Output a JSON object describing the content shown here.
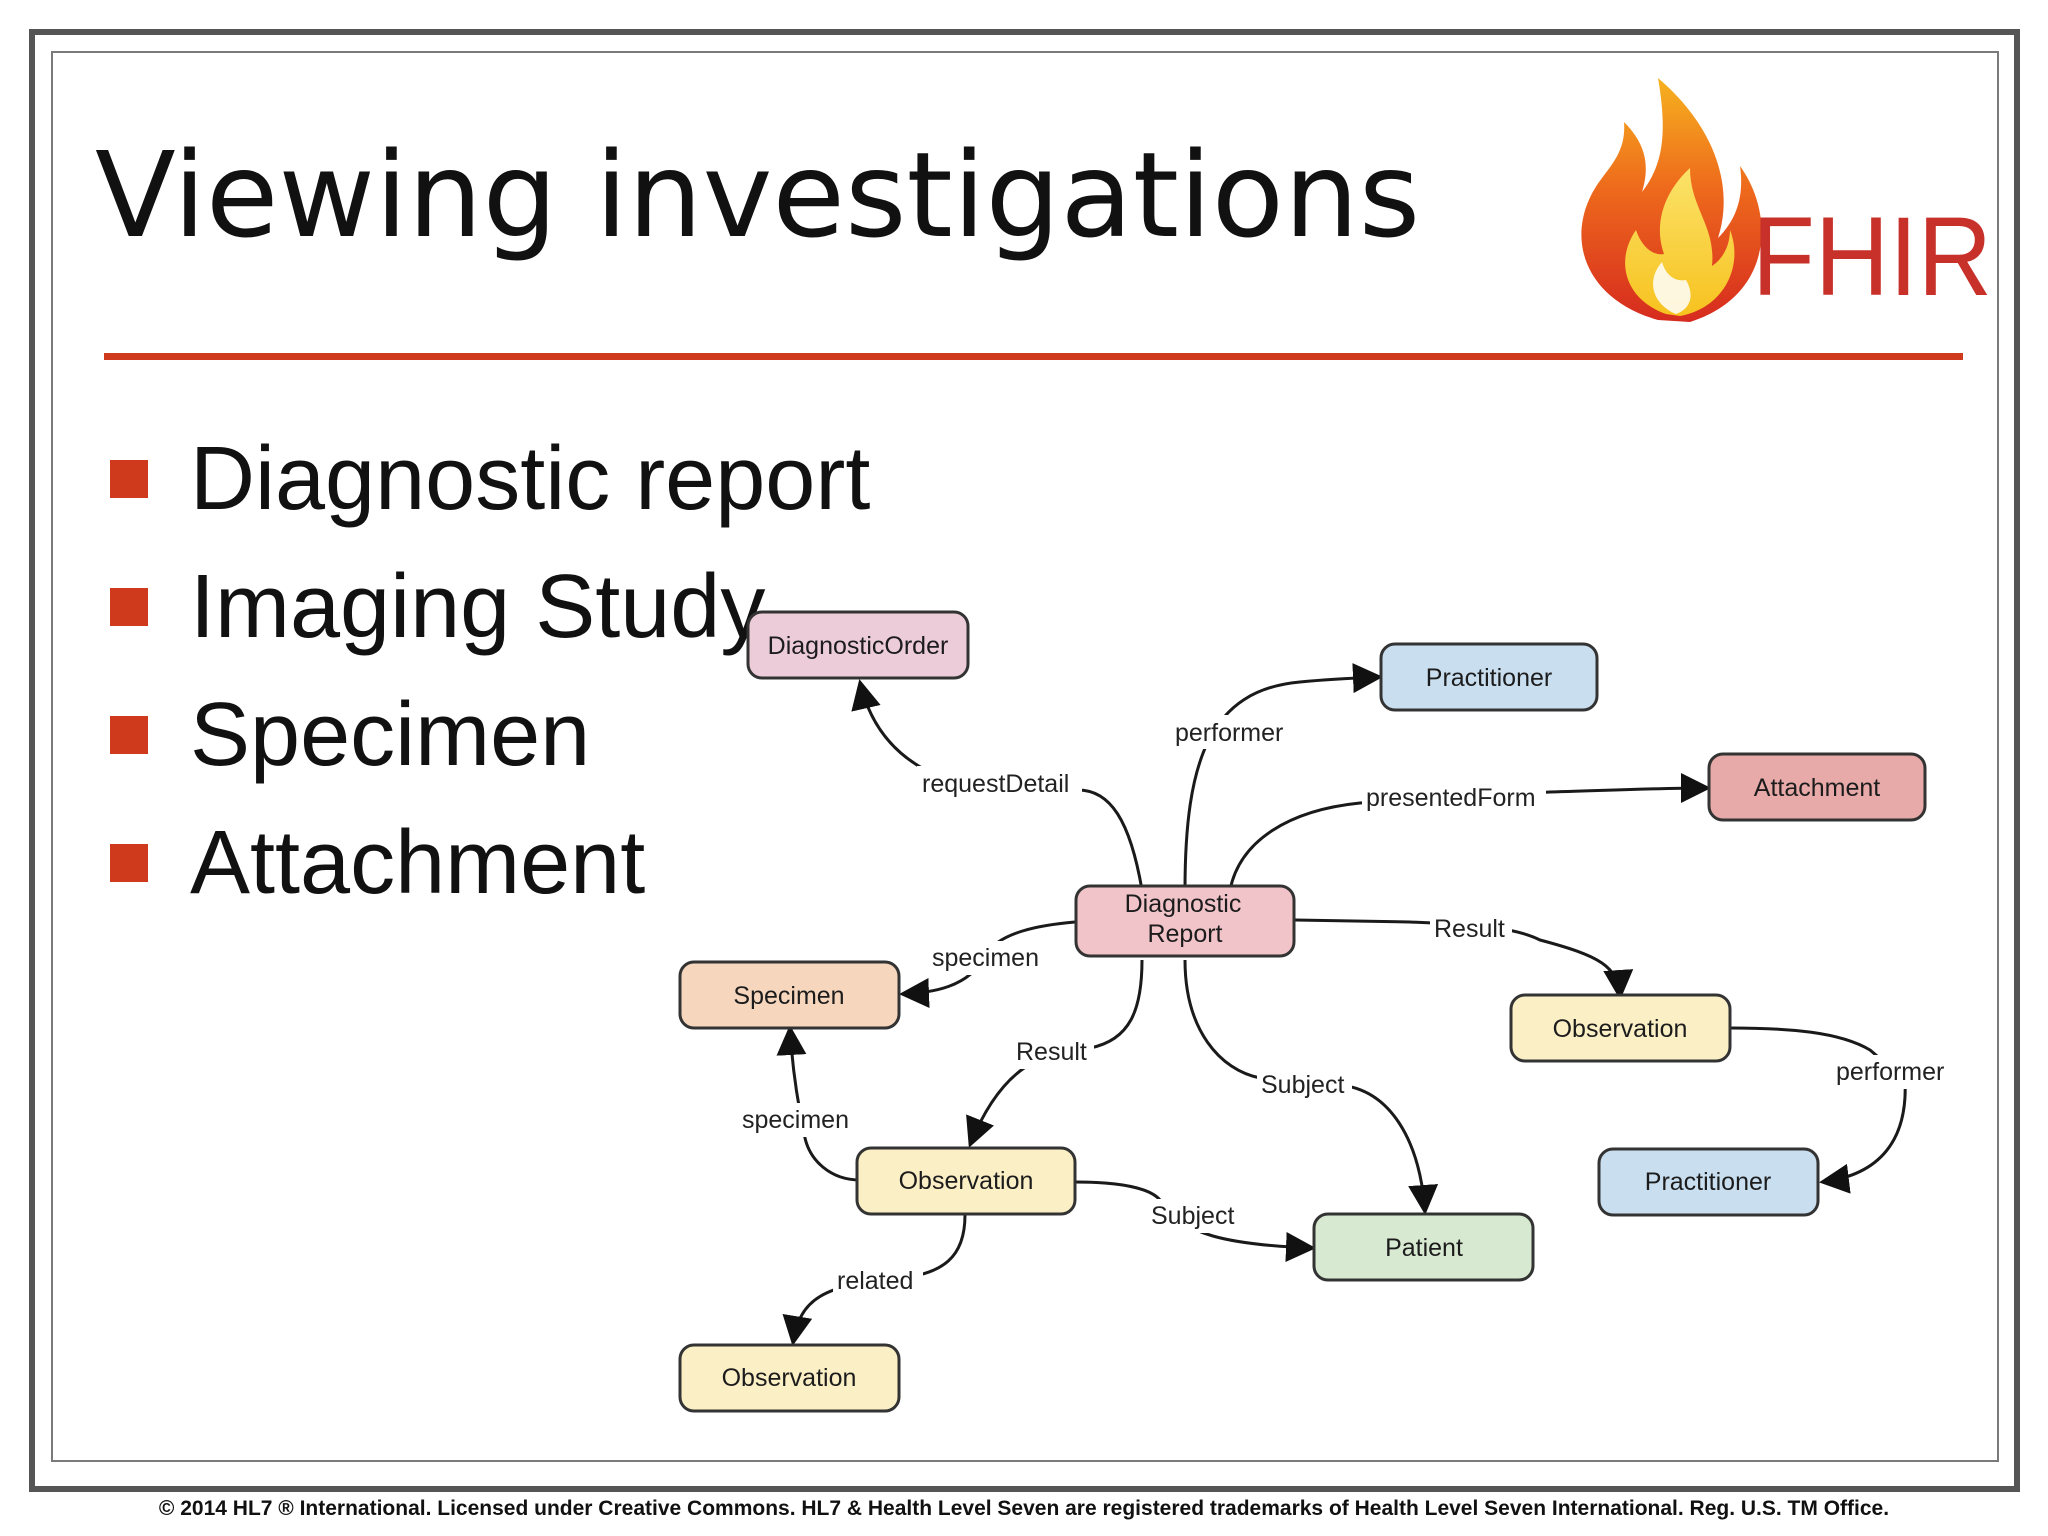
{
  "slide": {
    "title": "Viewing investigations",
    "logo_text": "FHIR",
    "accent_color": "#cf3a1c",
    "bullets": [
      {
        "text": "Diagnostic report"
      },
      {
        "text": "Imaging Study"
      },
      {
        "text": "Specimen"
      },
      {
        "text": "Attachment"
      }
    ],
    "footer": "© 2014 HL7 ® International. Licensed under Creative Commons. HL7 & Health Level Seven are registered trademarks of Health Level Seven International. Reg. U.S. TM Office."
  },
  "diagram": {
    "nodes": [
      {
        "id": "diagnostic-order",
        "label": "DiagnosticOrder",
        "fill": "#ecccd9"
      },
      {
        "id": "practitioner-1",
        "label": "Practitioner",
        "fill": "#c9dff0"
      },
      {
        "id": "attachment",
        "label": "Attachment",
        "fill": "#e7aaa9"
      },
      {
        "id": "diagnostic-report",
        "label_line1": "Diagnostic",
        "label_line2": "Report",
        "fill": "#f0c4c9"
      },
      {
        "id": "specimen",
        "label": "Specimen",
        "fill": "#f6d7bd"
      },
      {
        "id": "observation-1",
        "label": "Observation",
        "fill": "#fbefc6"
      },
      {
        "id": "observation-2",
        "label": "Observation",
        "fill": "#fbefc6"
      },
      {
        "id": "practitioner-2",
        "label": "Practitioner",
        "fill": "#c9dff0"
      },
      {
        "id": "patient",
        "label": "Patient",
        "fill": "#d7ead1"
      },
      {
        "id": "observation-3",
        "label": "Observation",
        "fill": "#fbefc6"
      }
    ],
    "edges": [
      {
        "label": "requestDetail",
        "from": "diagnostic-report",
        "to": "diagnostic-order"
      },
      {
        "label": "performer",
        "from": "diagnostic-report",
        "to": "practitioner-1"
      },
      {
        "label": "presentedForm",
        "from": "diagnostic-report",
        "to": "attachment"
      },
      {
        "label": "Result",
        "from": "diagnostic-report",
        "to": "observation-1"
      },
      {
        "label": "specimen",
        "from": "diagnostic-report",
        "to": "specimen"
      },
      {
        "label": "Result",
        "from": "diagnostic-report",
        "to": "observation-2"
      },
      {
        "label": "Subject",
        "from": "diagnostic-report",
        "to": "patient"
      },
      {
        "label": "performer",
        "from": "observation-1",
        "to": "practitioner-2"
      },
      {
        "label": "specimen",
        "from": "observation-2",
        "to": "specimen"
      },
      {
        "label": "Subject",
        "from": "observation-2",
        "to": "patient"
      },
      {
        "label": "related",
        "from": "observation-2",
        "to": "observation-3"
      }
    ]
  }
}
